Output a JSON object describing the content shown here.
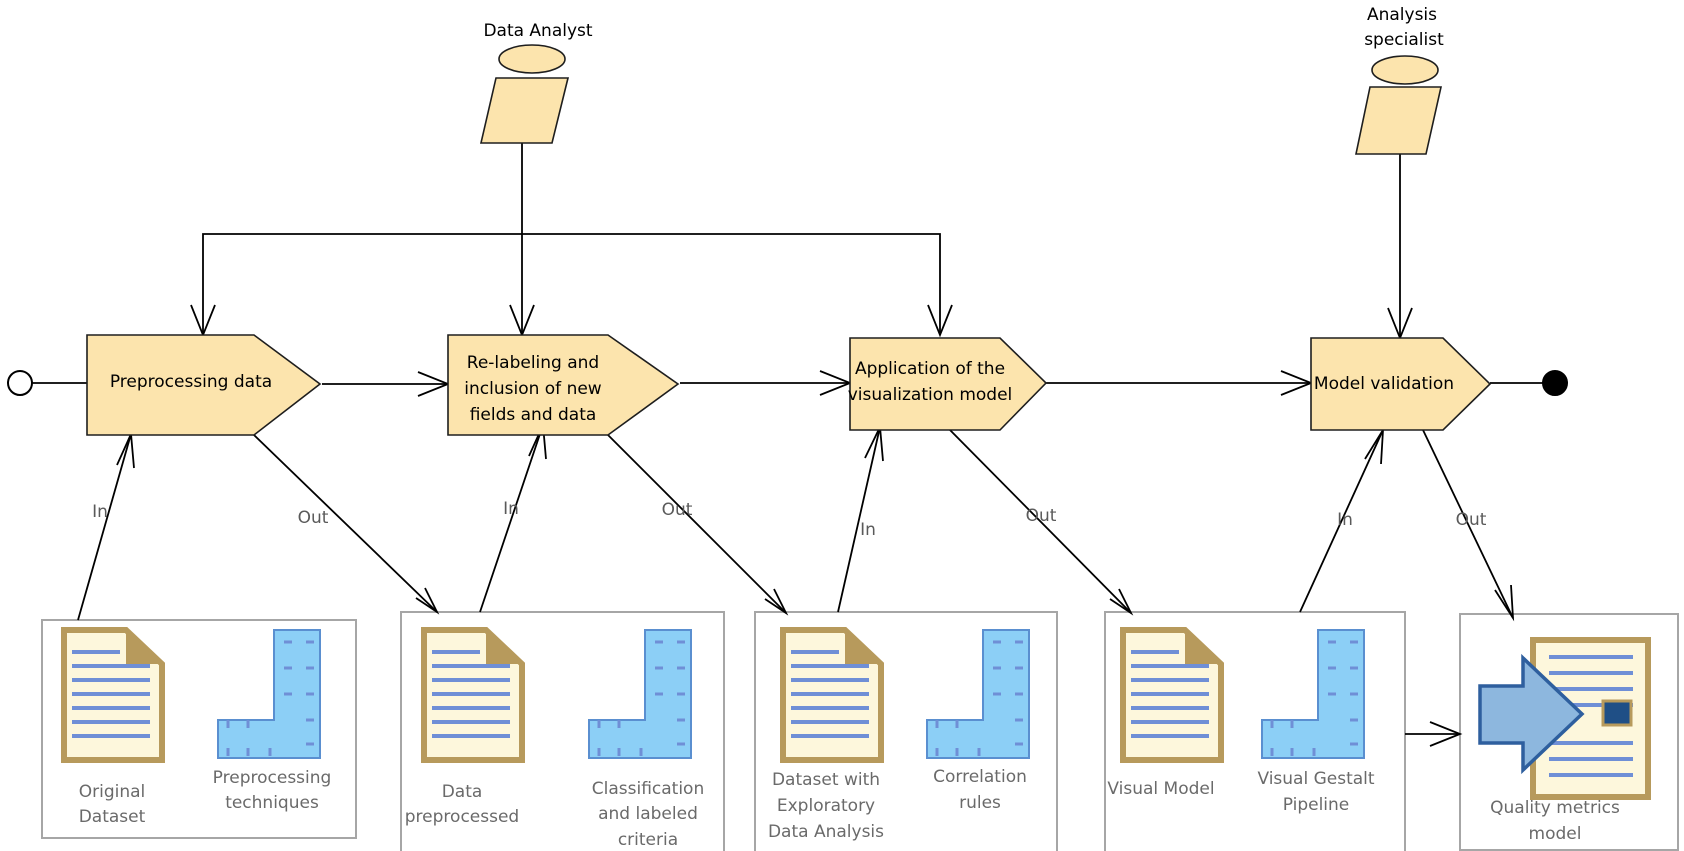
{
  "actors": {
    "data_analyst": "Data Analyst",
    "analysis_specialist": [
      "Analysis",
      "specialist"
    ]
  },
  "processes": {
    "preprocessing": [
      "Preprocessing data"
    ],
    "relabeling": [
      "Re-labeling and",
      "inclusion of new",
      "fields and data"
    ],
    "visualization": [
      "Application of the",
      "visualization model"
    ],
    "validation": [
      "Model validation"
    ]
  },
  "edge_labels": {
    "in": "In",
    "out": "Out"
  },
  "artifacts": {
    "original_dataset": [
      "Original",
      "Dataset"
    ],
    "preprocessing_techniques": [
      "Preprocessing",
      "techniques"
    ],
    "data_preprocessed": [
      "Data",
      "preprocessed"
    ],
    "classification_criteria": [
      "Classification",
      "and labeled",
      "criteria"
    ],
    "dataset_eda": [
      "Dataset with",
      "Exploratory",
      "Data Analysis"
    ],
    "correlation_rules": [
      "Correlation",
      "rules"
    ],
    "visual_model": [
      "Visual Model"
    ],
    "visual_gestalt_pipeline": [
      "Visual Gestalt",
      "Pipeline"
    ],
    "quality_metrics_model": [
      "Quality metrics",
      "model"
    ]
  },
  "colors": {
    "process_fill": "#fce4ad",
    "document_fill": "#fdf7dc",
    "document_border": "#b79a5c",
    "line_blue": "#6f8fd6",
    "tool_fill": "#8ccff6",
    "tool_stroke": "#5a8fd0",
    "quality_arrow": "#8db7de",
    "quality_arrow_stroke": "#2e5f9e",
    "quality_square": "#1f4f86"
  }
}
